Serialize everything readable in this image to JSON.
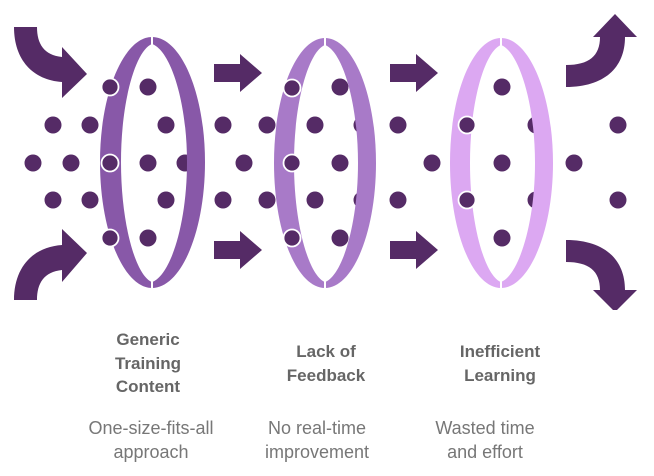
{
  "colors": {
    "dot": "#552b66",
    "arrow": "#552b66",
    "ring_1": "#8858a8",
    "ring_2": "#a87ac8",
    "ring_3": "#dca8f2",
    "title_text": "#666666",
    "desc_text": "#777777"
  },
  "stages": [
    {
      "title_lines": [
        "Generic",
        "Training",
        "Content"
      ],
      "description_lines": [
        "One-size-fits-all",
        "approach"
      ]
    },
    {
      "title_lines": [
        "Lack of",
        "Feedback"
      ],
      "description_lines": [
        "No real-time",
        "improvement"
      ]
    },
    {
      "title_lines": [
        "Inefficient",
        "Learning"
      ],
      "description_lines": [
        "Wasted time",
        "and effort"
      ]
    }
  ],
  "icons": {
    "inflow_arrows": "curved-arrow-in",
    "between_arrows": "arrow-right",
    "outflow_arrows": "curved-arrow-out",
    "filter_ring": "ring-filter",
    "particle": "dot"
  }
}
